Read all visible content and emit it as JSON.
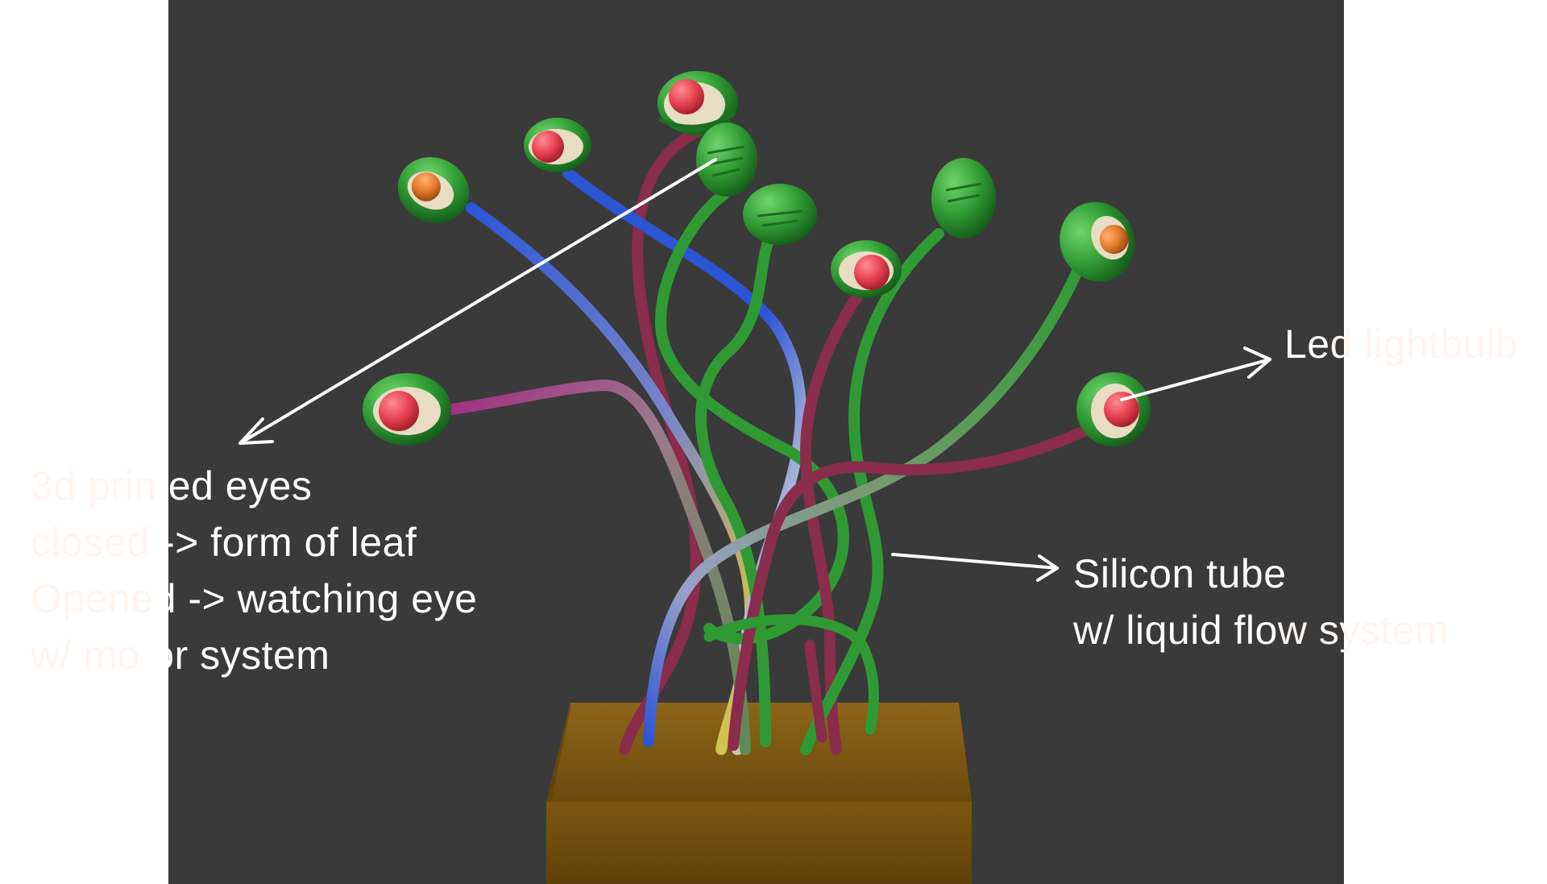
{
  "annotations": {
    "eyes": {
      "lines": [
        {
          "faded": "3d prin",
          "visible": "ted eyes"
        },
        {
          "faded": "closed ",
          "visible": "-> form of leaf"
        },
        {
          "faded": "Opene",
          "visible": "d -> watching eye"
        },
        {
          "faded": "w/ mo",
          "visible": "tor system"
        }
      ]
    },
    "led": {
      "visible": "Le",
      "faded": "d lightbulb"
    },
    "tube": {
      "line1": "Silicon tube",
      "line2_visible": "w/ liquid flo",
      "line2_faded": "w system"
    }
  },
  "colors": {
    "backdrop": "#3a3a3a",
    "page": "#ffffff",
    "pot": "#7a5410",
    "leaf_green": "#2f9a34",
    "eyeball": "#e6ddc2",
    "pupil_red": "#e4414f",
    "pupil_orange": "#e07a2c",
    "tube_blue": "#2c55d6",
    "tube_maroon": "#8a2c4c",
    "tube_yellow": "#d9c64a",
    "tube_magenta": "#a22a84",
    "tube_green": "#2f9a34",
    "arrow": "#ffffff"
  },
  "icons": [
    "eye-bulb",
    "closed-leaf-bulb",
    "arrow"
  ]
}
